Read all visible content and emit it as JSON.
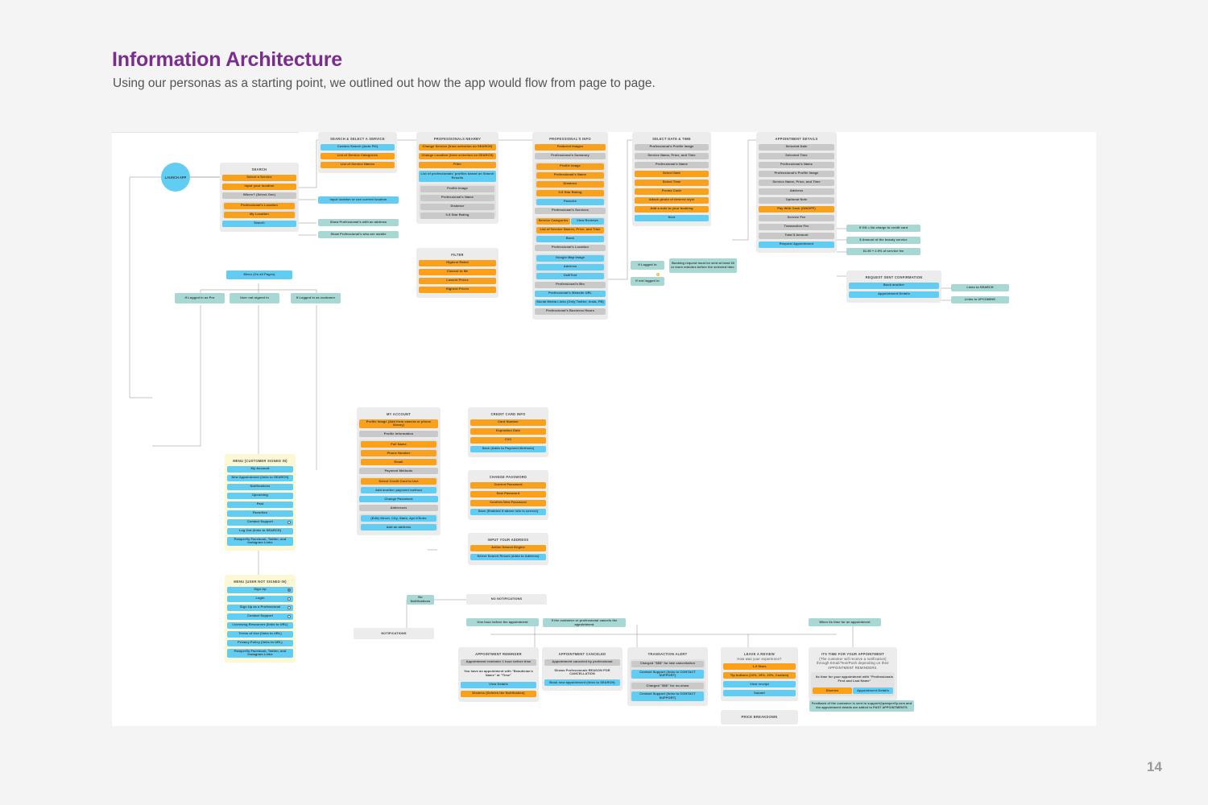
{
  "header": {
    "title": "Information Architecture",
    "subtitle": "Using our personas as a starting point, we outlined out how the app would flow from page to page.",
    "page_number": "14"
  },
  "launch": {
    "label": "LAUNCH APP"
  },
  "search": {
    "title": "SEARCH",
    "items": [
      "Select a Service",
      "Input your location",
      "Where? (Select One)",
      "Professional's Location",
      "My Location",
      "Search"
    ]
  },
  "search_select_service": {
    "title": "SEARCH & SELECT A SERVICE",
    "items": [
      "Custom Search (Auto Fill)",
      "List of Service Categories",
      "List of Service Names"
    ]
  },
  "search_notes": {
    "input_location": "Input location or use current location",
    "pro_location": "Show Professional's with an address",
    "my_location": "Show Professional's who are mobile"
  },
  "menu_all_pages": {
    "label": "Menu (On all Pages)",
    "branches": [
      "If Logged in as Pro",
      "User not signed in",
      "If Logged in as customer"
    ]
  },
  "professionals_nearby": {
    "title": "PROFESSIONALS NEARBY",
    "items": [
      "Change Service (from selection on SEARCH)",
      "Change Location (from selection on SEARCH)",
      "Filter",
      "List of professionals' profiles based on Search Results"
    ],
    "subitems": [
      "Profile Image",
      "Professional's Name",
      "Distance",
      "0-5 Star Rating"
    ]
  },
  "filter": {
    "title": "FILTER",
    "items": [
      "Highest Rated",
      "Closest to Me",
      "Lowest Prices",
      "Highest Prices"
    ]
  },
  "professionals_info": {
    "title": "PROFESSIONAL'S INFO",
    "featured": "Featured Images",
    "summary_title": "Professional's Summary",
    "summary_items": [
      "Profile Image",
      "Professional's Name",
      "Distance",
      "0-5 Star Rating",
      "Favorite"
    ],
    "services_title": "Professional's Services",
    "service_categories": "Service Categories",
    "view_reviews": "View Reviews",
    "service_list": "List of Service Names, Price, and Time",
    "book": "Book",
    "location_title": "Professional's Location",
    "location_items": [
      "Google Map Image",
      "Address",
      "Call/Text"
    ],
    "bio": "Professional's Bio",
    "website": "Professional's Website URL",
    "social": "Social Media Links (Only Twitter, Insta, FB)",
    "hours": "Professional's Business Hours"
  },
  "select_date_time": {
    "title": "SELECT DATE & TIME",
    "items": [
      "Professional's Profile Image",
      "Service Name, Price, and Time",
      "Professional's Name",
      "Select Date",
      "Select Time",
      "Promo Code",
      "Attach photo of desired style",
      "Add a note to your booking",
      "Next"
    ],
    "logged_in": "If Logged in",
    "not_logged_in": "If not logged in",
    "note": "Booking request must be sent at least 30 or more minutes before the selected time."
  },
  "appointment_details": {
    "title": "APPOINTMENT DETAILS",
    "items": [
      "Selected Date",
      "Selected Time",
      "Professional's Name",
      "Professional's Profile Image",
      "Service Name, Price, and Time",
      "Address",
      "Optional Note",
      "Pay With Cash (ON/OFF)",
      "Service Fee",
      "Transaction Fee",
      "Total $ Amount",
      "Request Appointment"
    ],
    "notes": [
      "If ON = No charge to credit card",
      "$ Amount of the beauty service",
      "$1.50 + 2.9% of service fee"
    ]
  },
  "request_sent": {
    "title": "REQUEST SENT CONFIRMATION",
    "items": [
      "Book another",
      "Appointment Details"
    ],
    "links": [
      "Links to SEARCH",
      "Links to UPCOMING"
    ]
  },
  "menu_customer": {
    "title": "MENU (CUSTOMER SIGNED IN)",
    "items": [
      "My Account",
      "New Appointment (links to SEARCH)",
      "Notifications",
      "Upcoming",
      "Past",
      "Favorites",
      "Contact Support",
      "Log Out (links to SEARCH)",
      "Pamperfly Facebook, Twitter, and Instagram Links"
    ]
  },
  "menu_not_signed": {
    "title": "MENU (USER NOT SIGNED IN)",
    "items": [
      "Sign Up",
      "Login",
      "Sign Up as a Professional",
      "Contact Support",
      "Licensing Resources (links to URL)",
      "Terms of Use (links to URL)",
      "Privacy Policy (links to URL)",
      "Pamperfly Facebook, Twitter, and Instagram Links"
    ]
  },
  "my_account": {
    "title": "MY ACCOUNT",
    "profile_image": "Profile Image (Add from camera or phone library)",
    "profile_info_title": "Profile Information",
    "profile_info_items": [
      "Full Name",
      "Phone Number",
      "Email"
    ],
    "payment_title": "Payment Methods",
    "payment_items": [
      "Select Credit Card to Use",
      "Add another payment method"
    ],
    "change_password": "Change Password",
    "addresses_title": "Addresses",
    "addresses_items": [
      "(Edit) Street, City, State, Apt #/Suite",
      "Add an address"
    ]
  },
  "credit_card": {
    "title": "CREDIT CARD INFO",
    "items": [
      "Card Number",
      "Expiration Date",
      "CVC",
      "Save (Adds to Payment Methods)"
    ]
  },
  "change_password": {
    "title": "CHANGE PASSWORD",
    "items": [
      "Current Password",
      "New Password",
      "Confirm New Password",
      "Save (Enabled if above info is correct)"
    ]
  },
  "input_address": {
    "title": "INPUT YOUR ADDRESS",
    "items": [
      "Active Search Engine",
      "Select Search Result (Adds to Address)"
    ]
  },
  "notifications": {
    "label": "NOTIFICATIONS",
    "none_trigger": "No Notifications",
    "none_panel": "NO NOTIFICATIONS",
    "trigger_one_hour": "One hour before the appointment",
    "trigger_cancel": "If the customer or professional cancels the appointment",
    "trigger_time": "When its time for an appointment"
  },
  "appointment_reminder": {
    "title": "APPOINTMENT REMINDER",
    "items": [
      "Appointment reminder 1 hour before time",
      "You have an appointment with \"Beautician's Name\" at \"Time\"",
      "View Details",
      "Dismiss (Deletes the Notification)"
    ]
  },
  "appointment_canceled": {
    "title": "APPOINTMENT CANCELED",
    "items": [
      "Appointment canceled by professional",
      "Shows Professionals REASON FOR CANCELLATION",
      "Book new appointment (links to SEARCH)"
    ]
  },
  "transaction_alert": {
    "title": "TRANSACTION ALERT",
    "items": [
      "Charged \"$$$\" for late cancellation",
      "Contact Support (links to CONTACT SUPPORT)",
      "Charged \"$$$\" for no-show",
      "Contact Support (links to CONTACT SUPPORT)"
    ]
  },
  "leave_review": {
    "title": "LEAVE A REVIEW",
    "subtitle": "How was your experience?",
    "items": [
      "1-5 Stars",
      "Tip buttons (10%, 15%, 20%, Custom)",
      "View receipt",
      "Submit"
    ],
    "price_breakdown": "PRICE BREAKDOWN"
  },
  "its_time": {
    "title": "ITS TIME FOR YOUR APPOINTMENT",
    "subtitle": "(The customer will receive a notification) through Email/Text/Push depending on their APPOINTMENT REMINDERS.",
    "message": "Its time for your appointment with \"Professionals First and Last Name\"",
    "dismiss": "Dismiss",
    "details": "Appointment Details",
    "feedback_note": "Feedback of the customer is sent to support@pamperfly.com and the appointment details are added to PAST APPOINTMENTS"
  },
  "colors": {
    "accent": "#7b2d8e",
    "orange": "#f9a11b",
    "blue": "#62cdf2",
    "gray": "#c9c9c9",
    "teal": "#a8d8d4",
    "cream": "#fdf8d4"
  }
}
